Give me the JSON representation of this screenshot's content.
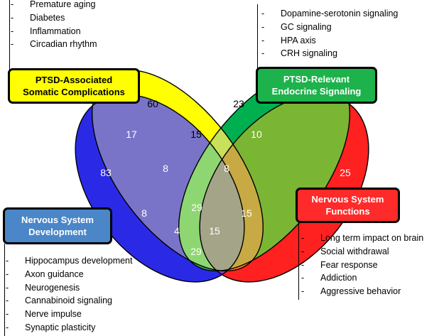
{
  "sets": [
    {
      "key": "somatic",
      "label_lines": [
        "PTSD-Associated",
        "Somatic Complications"
      ],
      "fill": "#ffff00",
      "box_bg": "#ffff00",
      "text_color": "#000000",
      "items": [
        "Premature aging",
        "Diabetes",
        "Inflammation",
        "Circadian rhythm"
      ]
    },
    {
      "key": "endocrine",
      "label_lines": [
        "PTSD-Relevant",
        "Endocrine Signaling"
      ],
      "fill": "#00b050",
      "box_bg": "#1db24b",
      "text_color": "#ffffff",
      "items": [
        "Dopamine-serotonin signaling",
        "GC signaling",
        "HPA axis",
        "CRH signaling"
      ]
    },
    {
      "key": "development",
      "label_lines": [
        "Nervous System",
        "Development"
      ],
      "fill": "#2a2ae6",
      "box_bg": "#4a86c8",
      "text_color": "#ffffff",
      "items": [
        "Hippocampus development",
        "Axon guidance",
        "Neurogenesis",
        "Cannabinoid signaling",
        "Nerve impulse",
        "Synaptic plasticity"
      ]
    },
    {
      "key": "functions",
      "label_lines": [
        "Nervous System",
        "Functions"
      ],
      "fill": "#ff2020",
      "box_bg": "#ff2a2a",
      "text_color": "#ffffff",
      "items": [
        "Long term impact on brain",
        "Social withdrawal",
        "Fear response",
        "Addiction",
        "Aggressive behavior"
      ]
    }
  ],
  "list_marker": "-",
  "regions": [
    {
      "sets": [
        "somatic"
      ],
      "value": "60",
      "text_color": "#000000"
    },
    {
      "sets": [
        "endocrine"
      ],
      "value": "23",
      "text_color": "#000000"
    },
    {
      "sets": [
        "development"
      ],
      "value": "83",
      "text_color": "#ffffff"
    },
    {
      "sets": [
        "functions"
      ],
      "value": "25",
      "text_color": "#ffffff"
    },
    {
      "sets": [
        "somatic",
        "endocrine"
      ],
      "value": "15",
      "text_color": "#000000"
    },
    {
      "sets": [
        "somatic",
        "development"
      ],
      "value": "17",
      "text_color": "#ffffff"
    },
    {
      "sets": [
        "endocrine",
        "functions"
      ],
      "value": "10",
      "text_color": "#ffffff"
    },
    {
      "sets": [
        "somatic",
        "endocrine",
        "development"
      ],
      "value": "8",
      "text_color": "#ffffff"
    },
    {
      "sets": [
        "somatic",
        "endocrine",
        "functions"
      ],
      "value": "8",
      "text_color": "#ffffff"
    },
    {
      "sets": [
        "somatic",
        "endocrine",
        "development",
        "functions"
      ],
      "value": "29",
      "text_color": "#ffffff"
    },
    {
      "sets": [
        "endocrine",
        "development"
      ],
      "value": "8",
      "text_color": "#ffffff"
    },
    {
      "sets": [
        "somatic",
        "functions"
      ],
      "value": "15",
      "text_color": "#ffffff"
    },
    {
      "sets": [
        "endocrine",
        "development",
        "functions"
      ],
      "value": "4",
      "text_color": "#ffffff"
    },
    {
      "sets": [
        "somatic",
        "development",
        "functions"
      ],
      "value": "15",
      "text_color": "#ffffff"
    },
    {
      "sets": [
        "development",
        "functions"
      ],
      "value": "29",
      "text_color": "#ffffff"
    }
  ]
}
